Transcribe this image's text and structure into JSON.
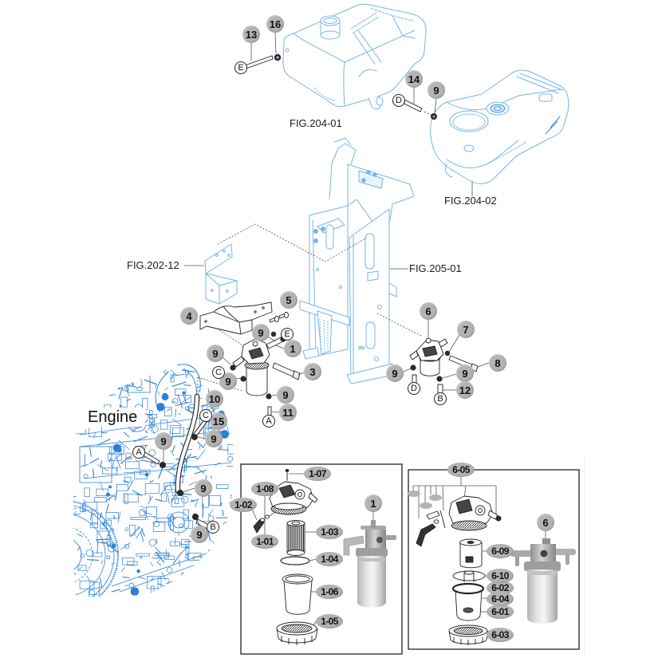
{
  "figure_refs": {
    "fig_204_01": "FIG.204-01",
    "fig_204_02": "FIG.204-02",
    "fig_202_12": "FIG.202-12",
    "fig_205_01": "FIG.205-01"
  },
  "engine_label": "Engine",
  "callouts": [
    "13",
    "16",
    "14",
    "9",
    "4",
    "5",
    "9",
    "1",
    "9",
    "9",
    "3",
    "10",
    "9",
    "11",
    "15",
    "9",
    "9",
    "9",
    "9",
    "6",
    "7",
    "8",
    "9",
    "9",
    "12"
  ],
  "connectors": [
    "E",
    "D",
    "E",
    "C",
    "A",
    "C",
    "A",
    "B",
    "D",
    "B"
  ],
  "inset_filter_1": {
    "callouts": [
      "1-07",
      "1-08",
      "1-02",
      "1-01",
      "1-03",
      "1-04",
      "1-06",
      "1-05",
      "1"
    ]
  },
  "inset_filter_6": {
    "callouts": [
      "6-05",
      "6",
      "6-09",
      "6-10",
      "6-02",
      "6-04",
      "6-01",
      "6-03"
    ]
  },
  "colors": {
    "line_art_blue": "#74b4e8",
    "engine_blue": "#2b7fd6",
    "callout_gray": "#b3b3b3",
    "ink": "#1a1a1a"
  }
}
